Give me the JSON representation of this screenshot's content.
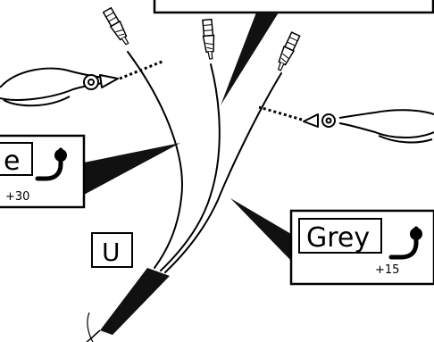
{
  "callouts": {
    "left": {
      "color_label": "e",
      "terminal_number": "+30"
    },
    "right": {
      "color_label": "Grey",
      "terminal_number": "+15"
    }
  },
  "cable_label": "U",
  "colors": {
    "stroke": "#000000",
    "background": "#ffffff",
    "wedge": "#111111"
  }
}
